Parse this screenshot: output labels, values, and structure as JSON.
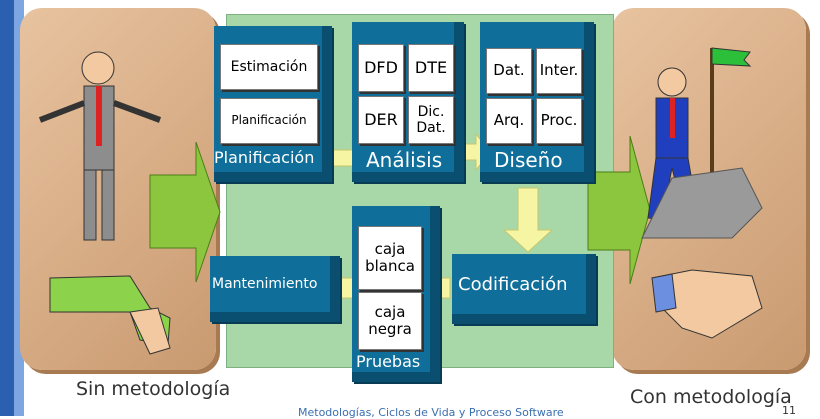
{
  "left_caption": "Sin metodología",
  "right_caption": "Con metodología",
  "footer": "Metodologías, Ciclos de Vida y Proceso Software",
  "slide_number": "11",
  "planificacion": {
    "title": "Planificación",
    "cards": [
      "Estimación",
      "Planificación"
    ]
  },
  "analisis": {
    "title": "Análisis",
    "cards": [
      "DFD",
      "DTE",
      "DER",
      "Dic.\nDat."
    ]
  },
  "diseno": {
    "title": "Diseño",
    "cards": [
      "Dat.",
      "Inter.",
      "Arq.",
      "Proc."
    ]
  },
  "codificacion": {
    "title": "Codificación"
  },
  "pruebas": {
    "title": "Pruebas",
    "cards": [
      "caja\nblanca",
      "caja\nnegra"
    ]
  },
  "mantenimiento": {
    "title": "Mantenimiento"
  }
}
